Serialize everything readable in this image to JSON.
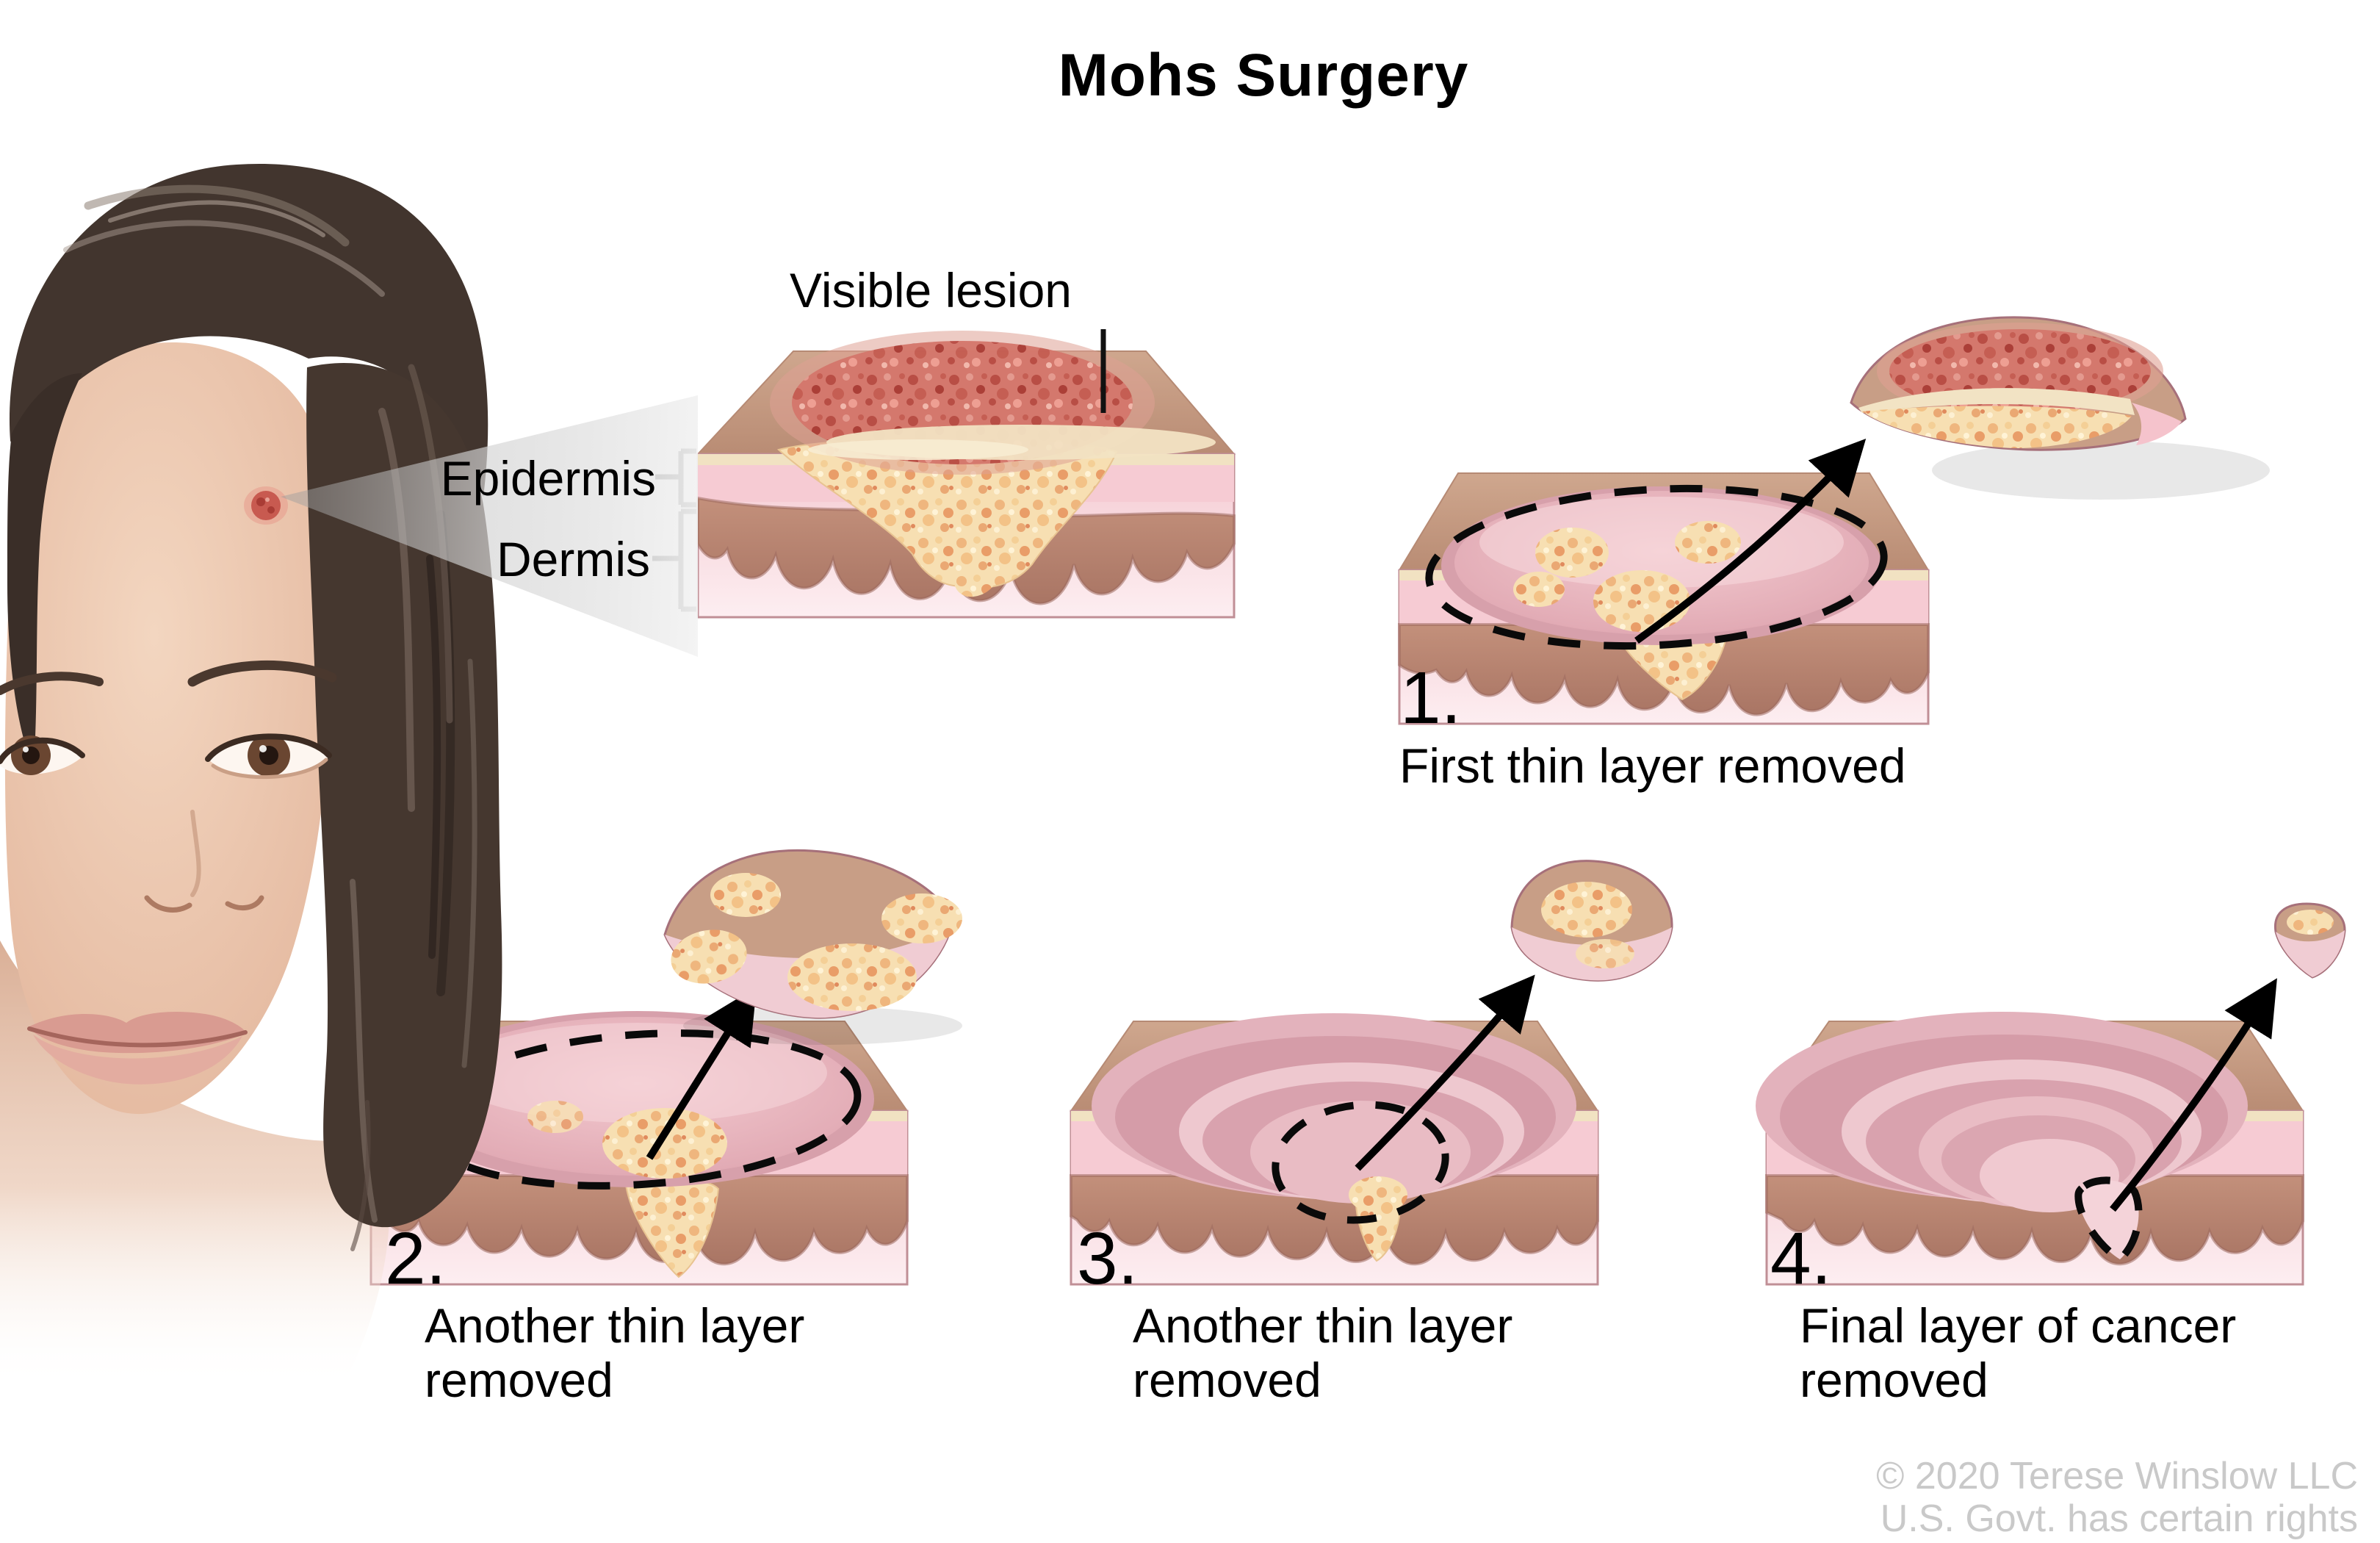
{
  "title": "Mohs Surgery",
  "diagram": {
    "lesion_label": "Visible lesion",
    "epidermis_label": "Epidermis",
    "dermis_label": "Dermis"
  },
  "steps": [
    {
      "number": "1.",
      "caption_line1": "First thin layer removed",
      "caption_line2": ""
    },
    {
      "number": "2.",
      "caption_line1": "Another thin layer",
      "caption_line2": "removed"
    },
    {
      "number": "3.",
      "caption_line1": "Another thin layer",
      "caption_line2": "removed"
    },
    {
      "number": "4.",
      "caption_line1": "Final layer of cancer",
      "caption_line2": "removed"
    }
  ],
  "credit": {
    "line1": "© 2020 Terese Winslow LLC",
    "line2": "U.S. Govt. has certain rights"
  },
  "colors": {
    "background": "#ffffff",
    "skin_surface_tan": "#c79e85",
    "epidermis_pink": "#f6cbd3",
    "dermis_pink": "#fbe7ea",
    "dermis_junction_tan": "#b3826f",
    "cancer_tissue_cream": "#f7dfb2",
    "lesion_red": "#d4766b",
    "arrow_black": "#000000",
    "credit_gray": "#c9c9c9"
  }
}
